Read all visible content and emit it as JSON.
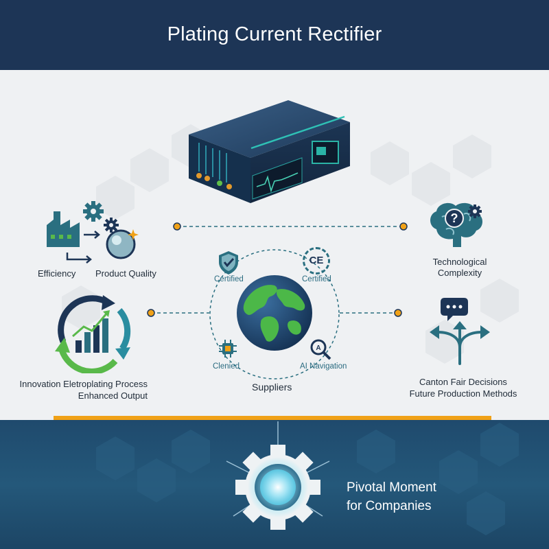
{
  "header": {
    "title": "Plating Current Rectifier"
  },
  "left": {
    "efficiency": "Efficiency",
    "product_quality": "Product Quality",
    "innovation_line1": "Innovation Eletroplating Process",
    "innovation_line2": "Enhanced Output"
  },
  "center": {
    "certified_left": "Certified",
    "certified_right": "Certified",
    "ce_mark": "CE",
    "chip_label": "Clenied",
    "ai_label": "AI Navigation",
    "suppliers": "Suppliers"
  },
  "right": {
    "tech_line1": "Technological",
    "tech_line2": "Complexity",
    "canton_line1": "Canton Fair Decisions",
    "canton_line2": "Future Production Methods"
  },
  "footer": {
    "line1": "Pivotal Moment",
    "line2": "for Companies"
  },
  "colors": {
    "navy": "#1d3556",
    "gold": "#f0a117",
    "teal": "#2a6f80",
    "green": "#59b94a",
    "accent": "#2bb3a6"
  }
}
